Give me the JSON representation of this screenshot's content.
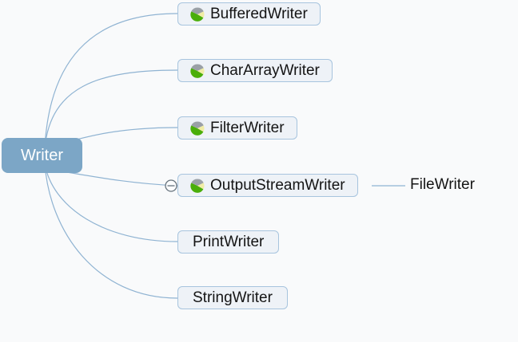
{
  "diagram": {
    "type": "mindmap-class-hierarchy",
    "root": {
      "label": "Writer"
    },
    "children": [
      {
        "label": "BufferedWriter",
        "class_icon": true,
        "toggle": null
      },
      {
        "label": "CharArrayWriter",
        "class_icon": true,
        "toggle": null
      },
      {
        "label": "FilterWriter",
        "class_icon": true,
        "toggle": null
      },
      {
        "label": "OutputStreamWriter",
        "class_icon": true,
        "toggle": "minus-collapsed-handle"
      },
      {
        "label": "PrintWriter",
        "class_icon": false,
        "toggle": null
      },
      {
        "label": "StringWriter",
        "class_icon": false,
        "toggle": null
      }
    ],
    "grandchildren": [
      {
        "label": "FileWriter",
        "parent": "OutputStreamWriter"
      }
    ],
    "icons": {
      "class_icon": "pie-circle-green-gray-yellow",
      "toggle_icon": "minus-in-circle"
    },
    "colors": {
      "background": "#f9fafb",
      "root_fill": "#7ca6c6",
      "root_text": "#ffffff",
      "node_fill": "#eef2f7",
      "node_border": "#a7c4de",
      "node_text": "#141414",
      "connector": "#8fb3d2",
      "toggle_stroke": "#66727c",
      "icon_green": "#4aae0a",
      "icon_gray": "#9aa0a6",
      "icon_yellow": "#f1eda6"
    }
  }
}
